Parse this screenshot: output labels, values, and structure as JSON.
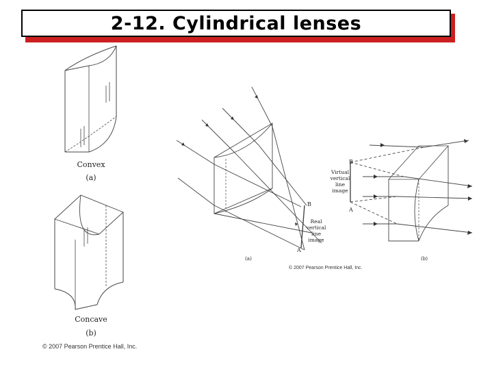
{
  "slide": {
    "title": "2-12. Cylindrical lenses"
  },
  "left_figure": {
    "convex_label": "Convex",
    "part_a": "(a)",
    "concave_label": "Concave",
    "part_b": "(b)",
    "copyright": "© 2007 Pearson Prentice Hall, Inc."
  },
  "right_figure": {
    "point_B_left": "B",
    "point_A_left": "A",
    "real_image_lines": [
      "Real",
      "vertical",
      "line",
      "image"
    ],
    "point_B_right": "B",
    "point_A_right": "A",
    "virtual_image_lines": [
      "Virtual",
      "vertical",
      "line",
      "image"
    ],
    "part_a": "(a)",
    "part_b": "(b)",
    "copyright": "© 2007 Pearson Prentice Hall, Inc."
  }
}
